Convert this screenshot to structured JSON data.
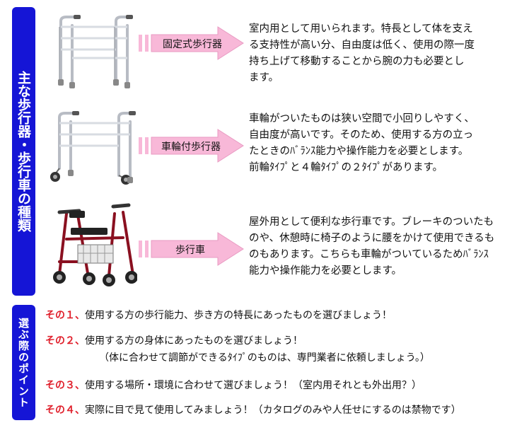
{
  "tabs": {
    "types_title": "主な歩行器・歩行車の種類",
    "points_title": "選ぶ際のポイント"
  },
  "walkers": [
    {
      "label": "固定式歩行器",
      "image": "fixed-walker",
      "lines": [
        "室内用として用いられます。特長として体を支え",
        "る支持性が高い分、自由度は低く、使用の際一度",
        "持ち上げて移動することから腕の力も必要とし",
        "ます。"
      ]
    },
    {
      "label": "車輪付歩行器",
      "image": "wheeled-walker",
      "lines": [
        "車輪がついたものは狭い空間で小回りしやすく、",
        "自由度が高いです。そのため、使用する方の立っ",
        "たときのﾊﾞﾗﾝｽ能力や操作能力を必要とします。",
        "前輪ﾀｲﾌﾟと４輪ﾀｲﾌﾟの２ﾀｲﾌﾟがあります。"
      ]
    },
    {
      "label": "歩行車",
      "image": "rollator",
      "lines": [
        "屋外用として便利な歩行車です。ブレーキのついたも",
        "のや、休憩時に椅子のように腰をかけて使用できるも",
        "のもあります。こちらも車輪がついているためﾊﾞﾗﾝｽ",
        "能力や操作能力を必要とします。"
      ]
    }
  ],
  "points": [
    {
      "num": "その１、",
      "text": "使用する方の歩行能力、歩き方の特長にあったものを選びましょう！"
    },
    {
      "num": "その２、",
      "text": "使用する方の身体にあったものを選びましょう！"
    },
    {
      "num": "",
      "text": "（体に合わせて調節ができるﾀｲﾌﾟのものは、専門業者に依頼しましょう。）"
    },
    {
      "num": "その３、",
      "text": "使用する場所・環境に合わせて選びましょう！（室内用それとも外出用？）"
    },
    {
      "num": "その４、",
      "text": "実際に目で見て使用してみましょう！（カタログのみや人任せにするのは禁物です）"
    }
  ],
  "colors": {
    "tab_blue": "#1515d6",
    "arrow_pink": "#f8b8d8",
    "arrow_edge": "#e080b0",
    "point_red": "#e0202c"
  }
}
